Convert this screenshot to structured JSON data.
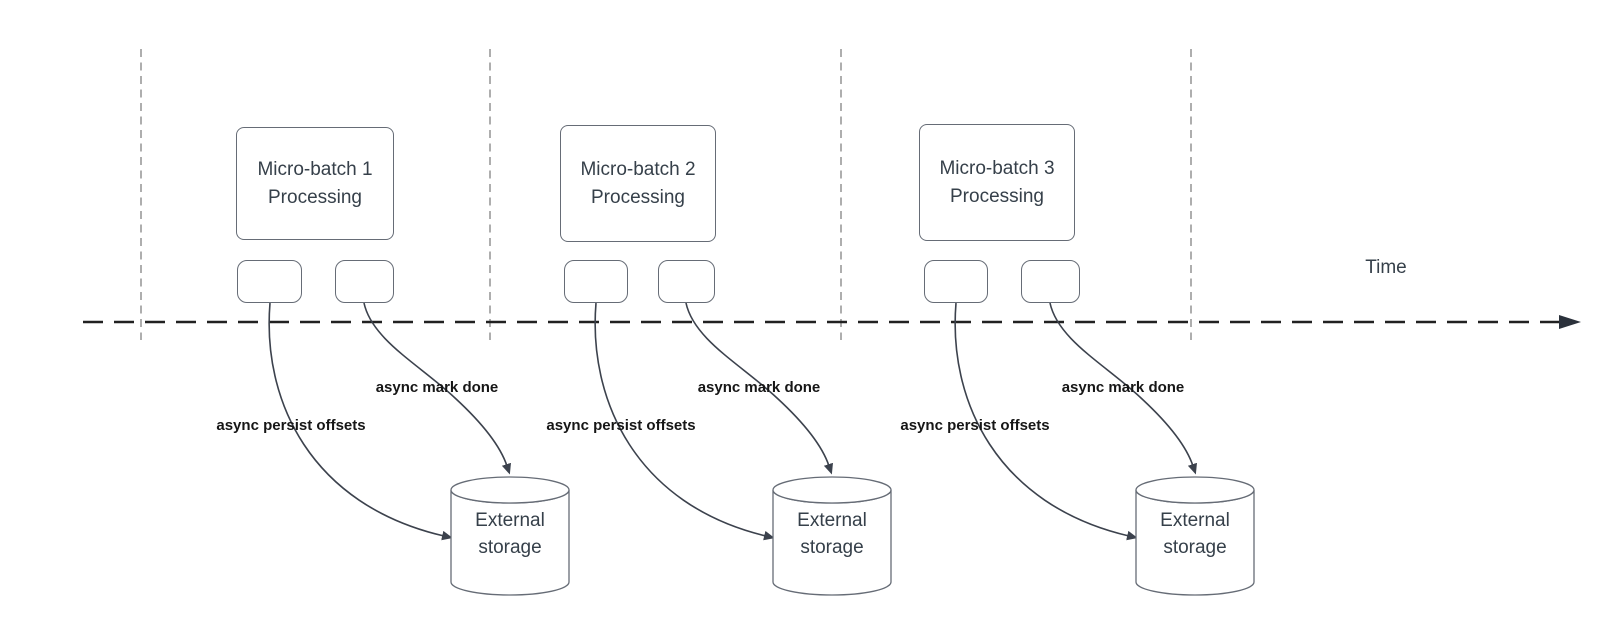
{
  "axis": {
    "label": "Time"
  },
  "groups": [
    {
      "batch_title": "Micro-batch 1",
      "batch_subtitle": "Processing",
      "persist_label": "async persist offsets",
      "done_label": "async mark done",
      "storage_title": "External",
      "storage_subtitle": "storage"
    },
    {
      "batch_title": "Micro-batch 2",
      "batch_subtitle": "Processing",
      "persist_label": "async persist offsets",
      "done_label": "async mark done",
      "storage_title": "External",
      "storage_subtitle": "storage"
    },
    {
      "batch_title": "Micro-batch 3",
      "batch_subtitle": "Processing",
      "persist_label": "async persist offsets",
      "done_label": "async mark done",
      "storage_title": "External",
      "storage_subtitle": "storage"
    }
  ],
  "colors": {
    "background": "#ffffff",
    "timeline": "#212121",
    "guide_line": "#a6a6a6",
    "shape_border": "#666c76",
    "arrow": "#3c424d",
    "shape_text": "#36404a",
    "arrow_label_text": "#161616"
  }
}
